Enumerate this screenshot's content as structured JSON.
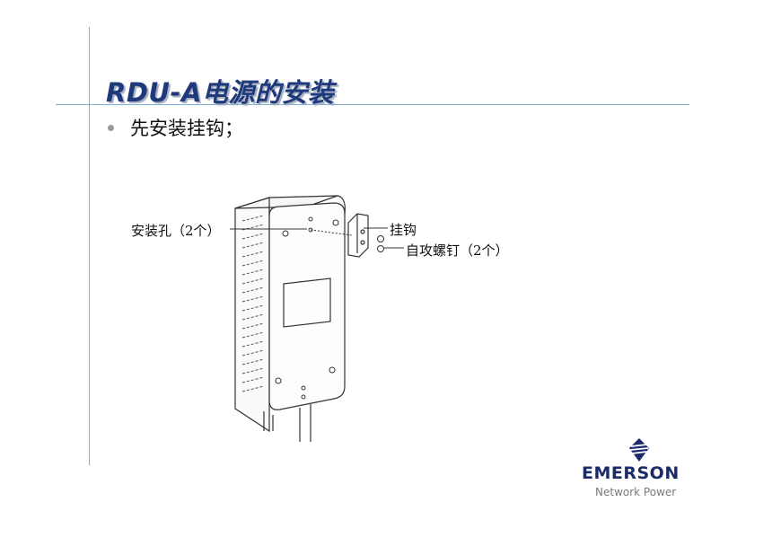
{
  "slide": {
    "title": "RDU-A电源的安装",
    "bullets": [
      {
        "text": "先安装挂钩；"
      }
    ]
  },
  "diagram": {
    "callouts": {
      "mounting_holes": "安装孔（2个）",
      "hook": "挂钩",
      "screws": "自攻螺钉（2个）"
    }
  },
  "logo": {
    "name": "EMERSON",
    "tagline": "Network Power",
    "color": "#1b2a6b"
  },
  "colors": {
    "title": "#1f3a7a",
    "guide_lines": "#7fb3d5"
  }
}
